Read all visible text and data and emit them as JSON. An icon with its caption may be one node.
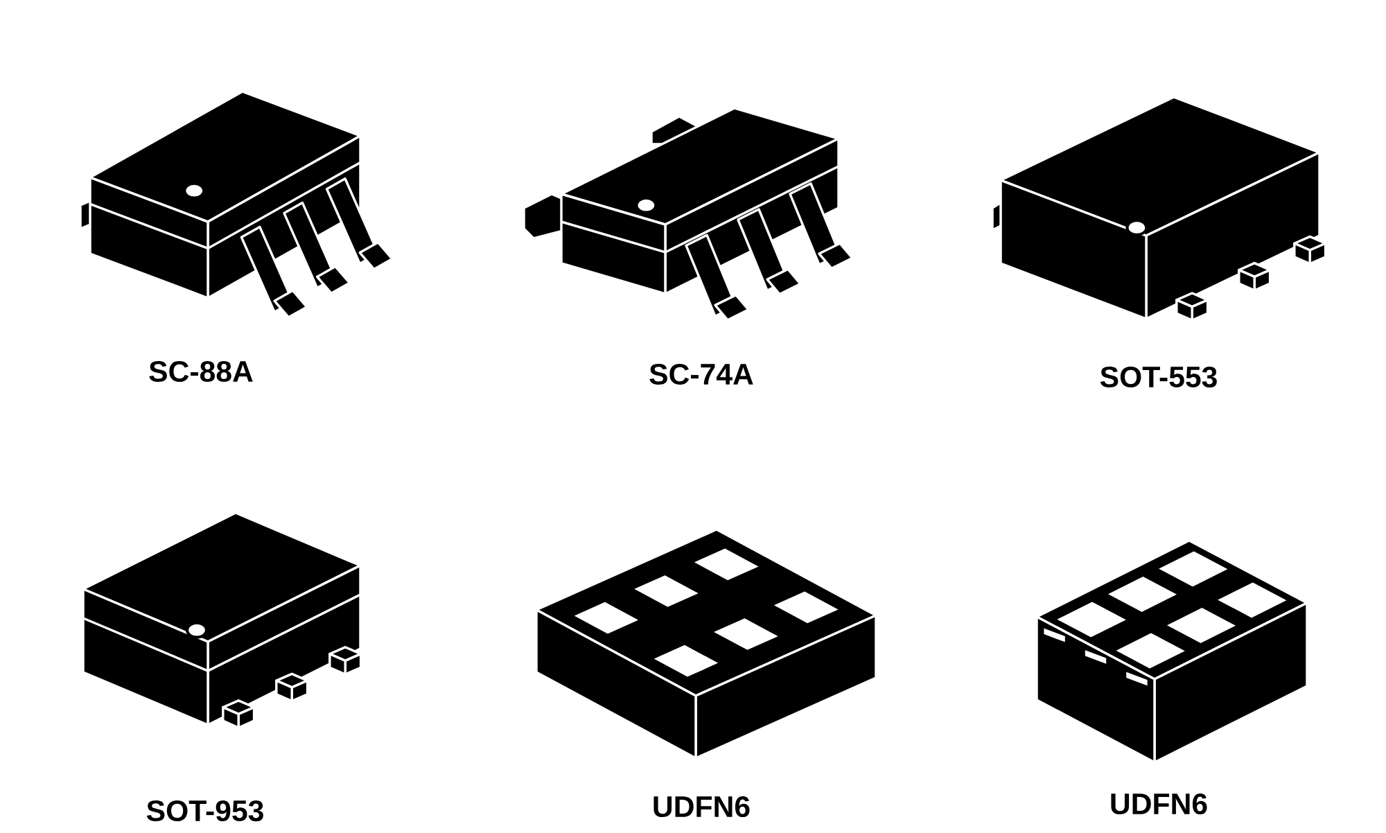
{
  "diagram": {
    "labels": [
      "SC-88A",
      "SC-74A",
      "SOT-553",
      "SOT-953",
      "UDFN6",
      "UDFN6"
    ]
  }
}
